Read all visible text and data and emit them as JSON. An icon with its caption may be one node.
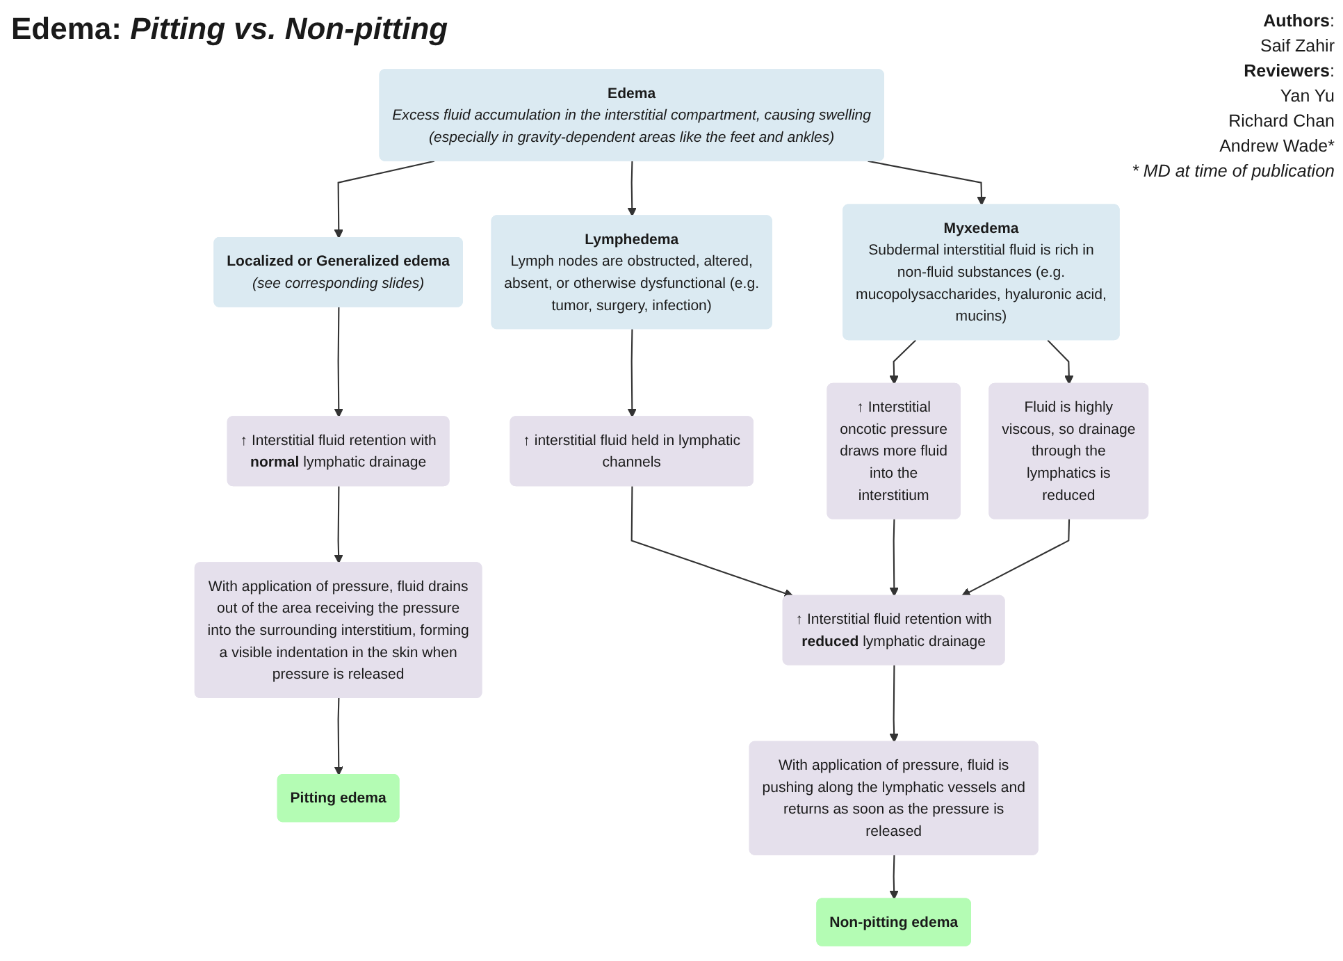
{
  "diagram": {
    "title": "Edema: *Pitting vs. Non-pitting*",
    "nodes": [
      {
        "text": [
          "Edema",
          "Excess fluid accumulation in the interstitial compartment, causing swelling (especially in gravity-dependent areas like the feet and ankles)"
        ]
      },
      {
        "text": [
          "Localized or Generalized edema",
          "(see corresponding slides)"
        ]
      },
      {
        "text": [
          "Lymphedema",
          "Lymph nodes are obstructed, altered, absent, or otherwise dysfunctional (e.g. tumor, surgery, infection)"
        ]
      },
      {
        "text": [
          "Myxedema",
          "Subdermal interstitial fluid is rich in non-fluid substances (e.g. mucopolysaccharides, hyaluronic acid, mucins)"
        ]
      },
      {
        "text": [
          "↑ Interstitial fluid retention with **normal** lymphatic drainage"
        ]
      },
      {
        "text": [
          "↑ interstitial fluid held in lymphatic channels"
        ]
      },
      {
        "text": [
          "↑ Interstitial oncotic pressure draws more fluid into the interstitium"
        ]
      },
      {
        "text": [
          "Fluid is highly viscous, so drainage through the lymphatics is reduced"
        ]
      },
      {
        "text": [
          "With application of pressure, fluid drains out of the area receiving the pressure into the surrounding interstitium, forming a visible indentation in the skin when pressure is released"
        ]
      },
      {
        "text": [
          "Pitting edema"
        ]
      },
      {
        "text": [
          "↑ Interstitial fluid retention with **reduced** lymphatic drainage"
        ]
      },
      {
        "text": [
          "With application of pressure, fluid is pushing along the lymphatic vessels and returns as soon as the pressure is released"
        ]
      },
      {
        "text": [
          "Non-pitting edema"
        ]
      }
    ],
    "edges": [
      {
        "from": 0,
        "to": 1,
        "arrow": "to"
      },
      {
        "from": 0,
        "to": 2,
        "arrow": "to"
      },
      {
        "from": 0,
        "to": 3,
        "arrow": "to"
      },
      {
        "from": 1,
        "to": 4,
        "arrow": "to"
      },
      {
        "from": 2,
        "to": 5,
        "arrow": "to"
      },
      {
        "from": 3,
        "to": 6,
        "arrow": "to"
      },
      {
        "from": 3,
        "to": 7,
        "arrow": "to"
      },
      {
        "from": 4,
        "to": 8,
        "arrow": "to"
      },
      {
        "from": 8,
        "to": 9,
        "arrow": "to"
      },
      {
        "from": 5,
        "to": 10,
        "arrow": "to"
      },
      {
        "from": 6,
        "to": 10,
        "arrow": "to"
      },
      {
        "from": 7,
        "to": 10,
        "arrow": "to"
      },
      {
        "from": 10,
        "to": 11,
        "arrow": "to"
      },
      {
        "from": 11,
        "to": 12,
        "arrow": "to"
      }
    ],
    "labels": [
      "**Authors**:",
      "Saif Zahir",
      "**Reviewers**:",
      "Yan Yu",
      "Richard Chan",
      "Andrew Wade*",
      "* MD at time of publication"
    ]
  }
}
